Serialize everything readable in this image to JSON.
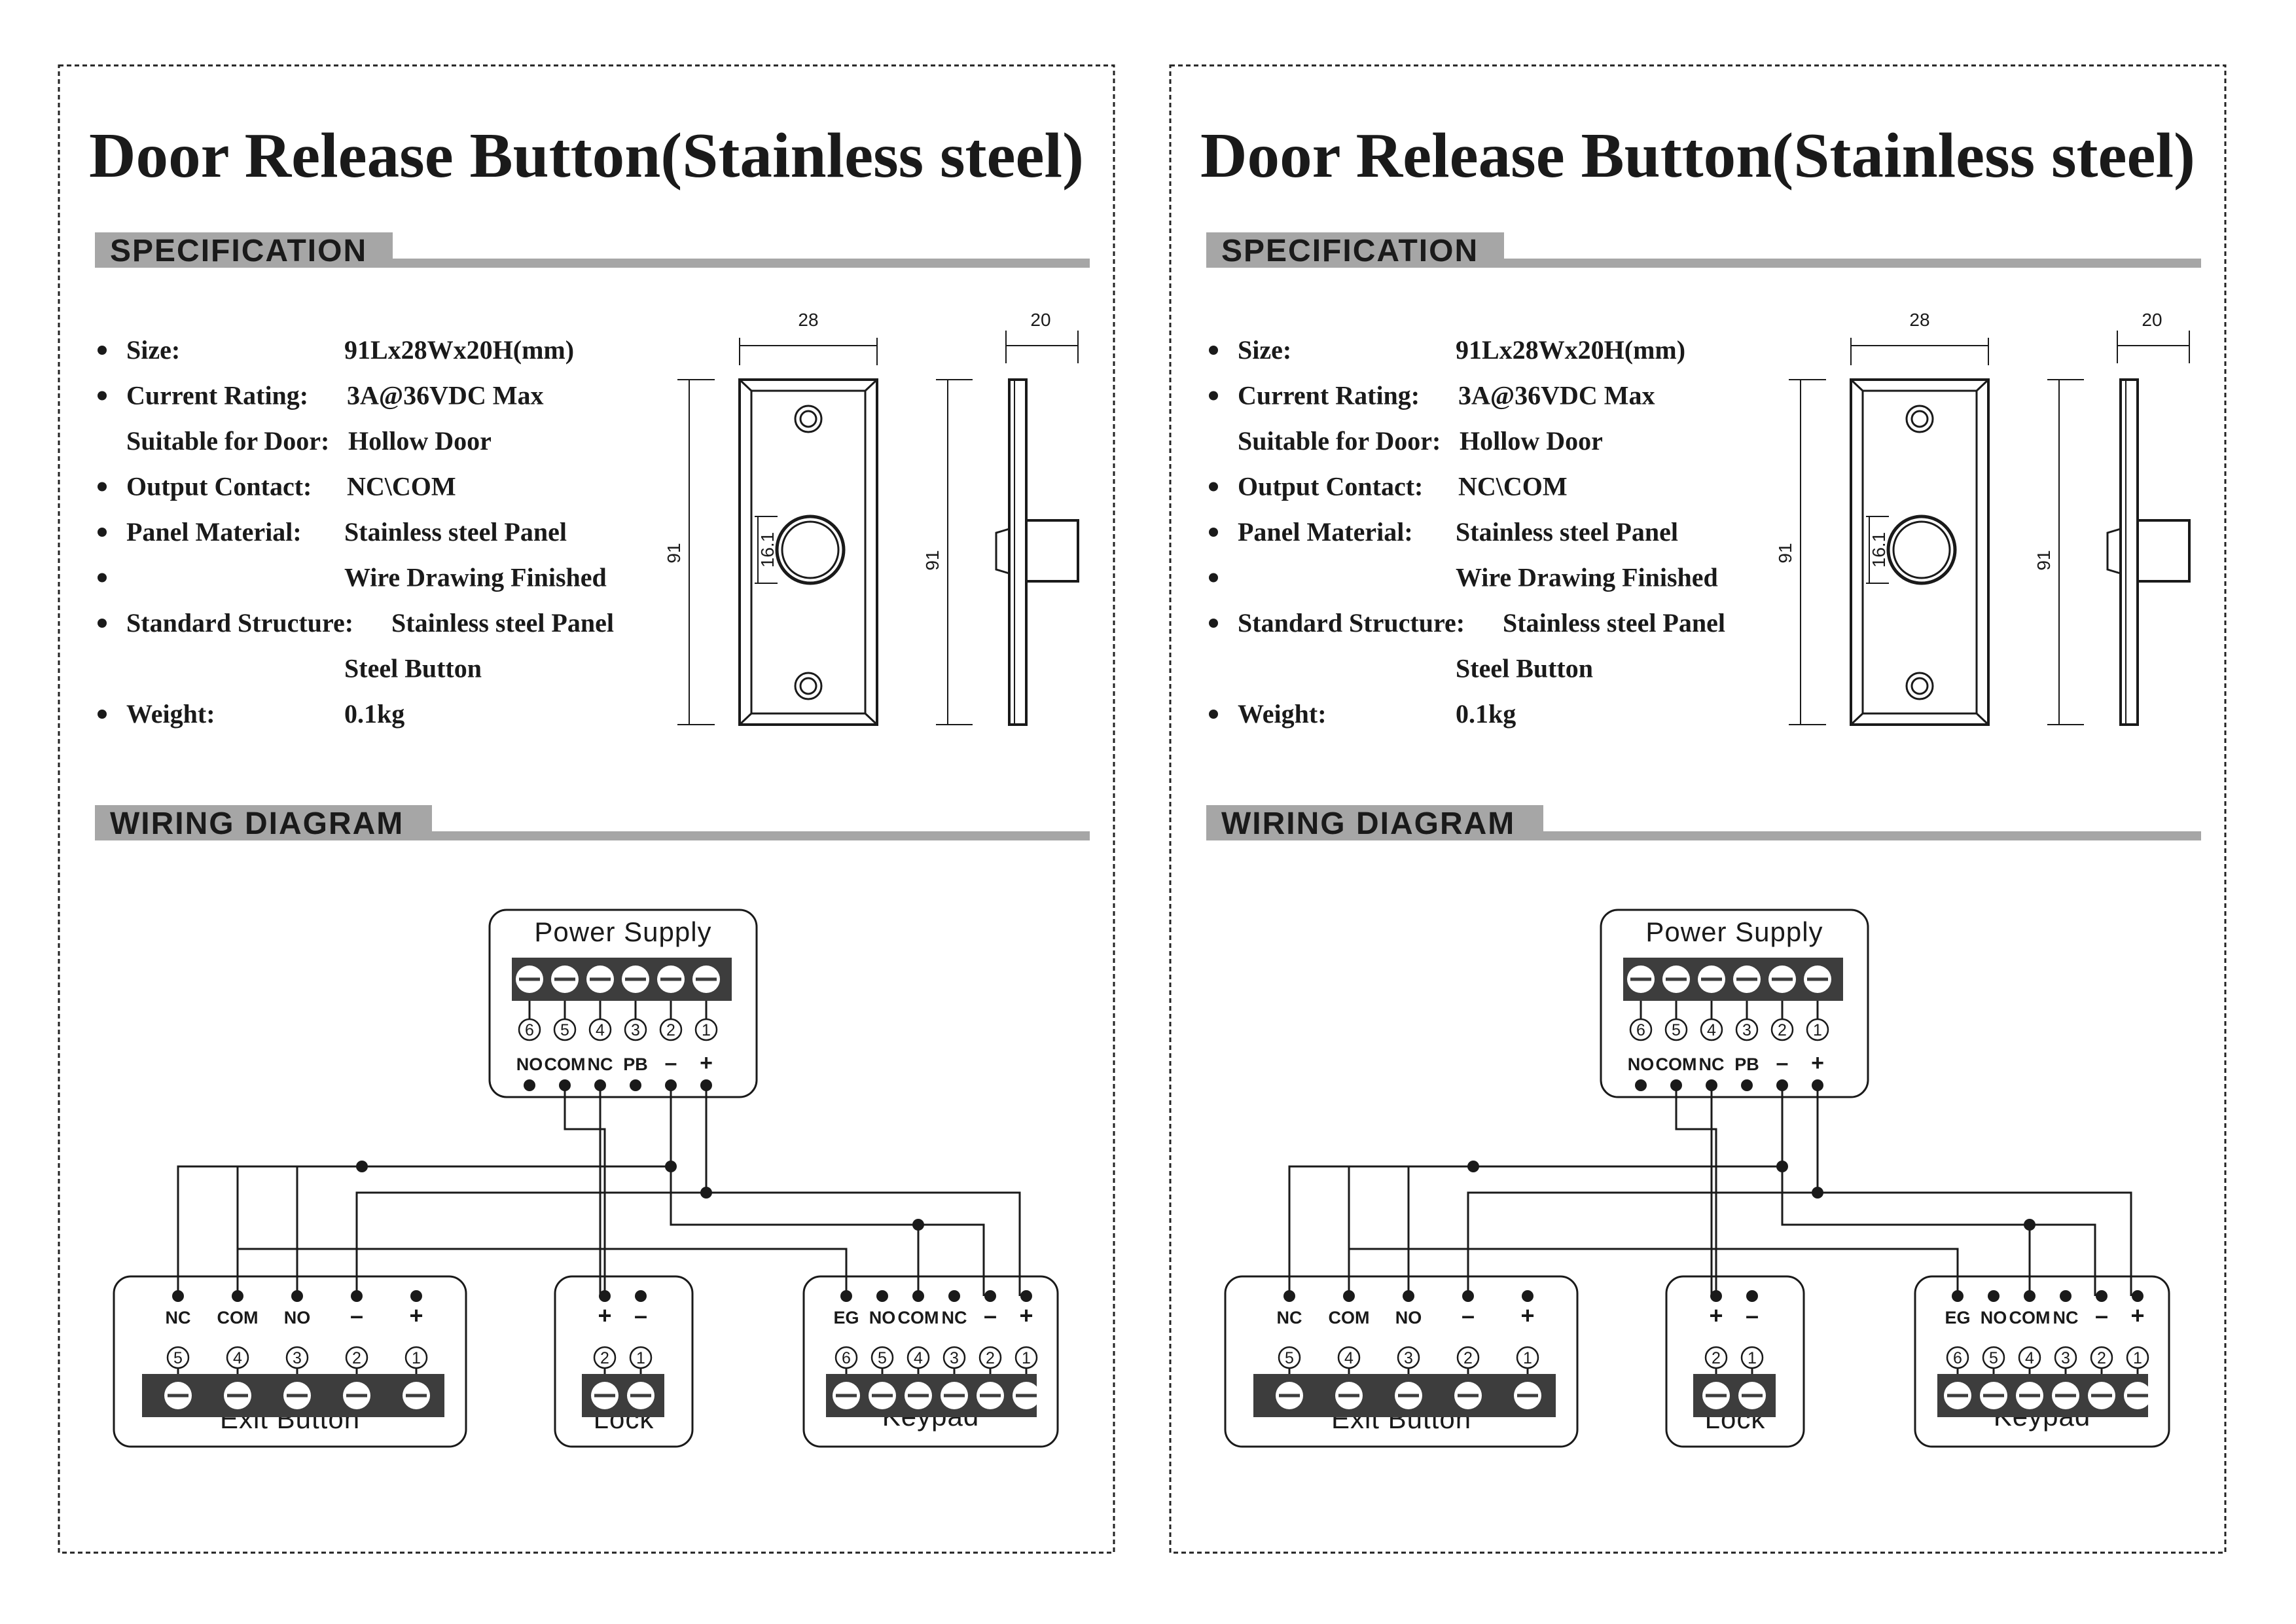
{
  "title": "Door Release Button(Stainless steel)",
  "sections": {
    "specification": "SPECIFICATION",
    "wiring": "WIRING DIAGRAM"
  },
  "specs": [
    {
      "bullet": true,
      "label": "Size:",
      "value": "91Lx28Wx20H(mm)"
    },
    {
      "bullet": true,
      "label": "Current Rating:",
      "value": "3A@36VDC Max"
    },
    {
      "bullet": false,
      "label": "Suitable for Door:",
      "value": "Hollow Door"
    },
    {
      "bullet": true,
      "label": "Output Contact:",
      "value": "NC\\COM"
    },
    {
      "bullet": true,
      "label": "Panel Material:",
      "value": "Stainless steel Panel"
    },
    {
      "bullet": true,
      "label": "",
      "value": "Wire Drawing Finished"
    },
    {
      "bullet": true,
      "label": "Standard Structure:",
      "value": "Stainless steel Panel"
    },
    {
      "bullet": false,
      "label": "",
      "value": "Steel Button"
    },
    {
      "bullet": true,
      "label": "Weight:",
      "value": "0.1kg"
    }
  ],
  "dimensions": {
    "width": "28",
    "depth": "20",
    "height": "91",
    "button_diameter": "16.1"
  },
  "devices": {
    "power_supply": {
      "name": "Power Supply",
      "terminals": [
        {
          "num": "6",
          "label": "NO"
        },
        {
          "num": "5",
          "label": "COM"
        },
        {
          "num": "4",
          "label": "NC"
        },
        {
          "num": "3",
          "label": "PB"
        },
        {
          "num": "2",
          "label": "–"
        },
        {
          "num": "1",
          "label": "+"
        }
      ]
    },
    "exit_button": {
      "name": "Exit Button",
      "terminals": [
        {
          "num": "5",
          "label": "NC"
        },
        {
          "num": "4",
          "label": "COM"
        },
        {
          "num": "3",
          "label": "NO"
        },
        {
          "num": "2",
          "label": "–"
        },
        {
          "num": "1",
          "label": "+"
        }
      ]
    },
    "lock": {
      "name": "Lock",
      "terminals": [
        {
          "num": "2",
          "label": "+"
        },
        {
          "num": "1",
          "label": "–"
        }
      ]
    },
    "keypad": {
      "name": "Keypad",
      "terminals": [
        {
          "num": "6",
          "label": "EG"
        },
        {
          "num": "5",
          "label": "NO"
        },
        {
          "num": "4",
          "label": "COM"
        },
        {
          "num": "3",
          "label": "NC"
        },
        {
          "num": "2",
          "label": "–"
        },
        {
          "num": "1",
          "label": "+"
        }
      ]
    }
  },
  "colors": {
    "ink": "#1a1a1a",
    "band": "#a6a6a6",
    "terminal_block": "#3d3d3d",
    "border": "#222222"
  }
}
